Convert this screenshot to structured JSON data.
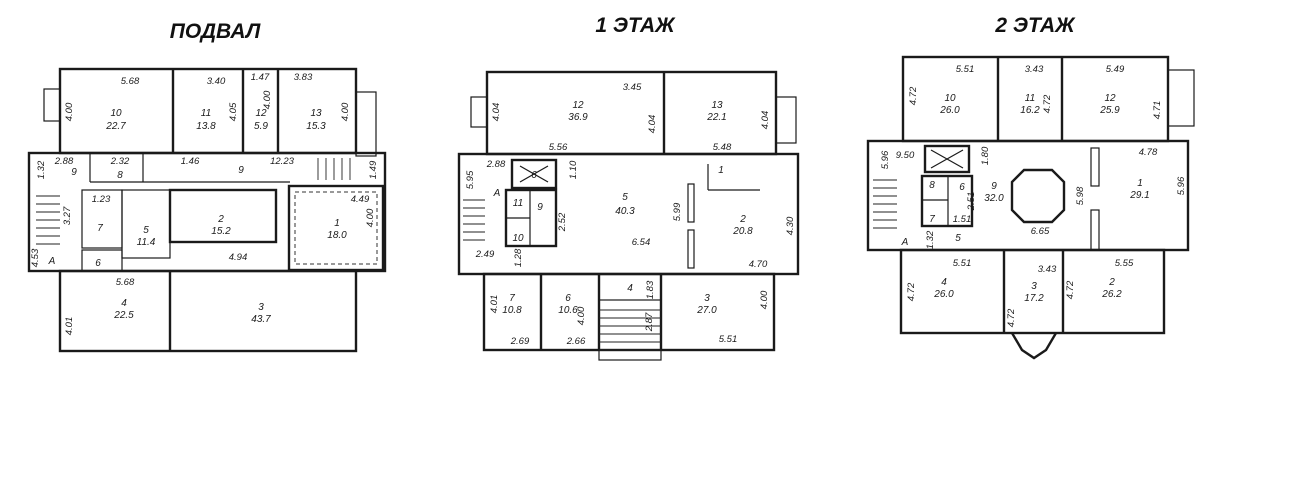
{
  "titles": {
    "basement": "ПОДВАЛ",
    "floor1": "1 ЭТАЖ",
    "floor2": "2 ЭТАЖ"
  },
  "basement": {
    "rooms": [
      {
        "num": "10",
        "area": "22.7"
      },
      {
        "num": "11",
        "area": "13.8"
      },
      {
        "num": "12",
        "area": "5.9"
      },
      {
        "num": "13",
        "area": "15.3"
      },
      {
        "num": "9",
        "area": ""
      },
      {
        "num": "8",
        "area": ""
      },
      {
        "num": "9",
        "area": ""
      },
      {
        "num": "7",
        "area": ""
      },
      {
        "num": "5",
        "area": "11.4"
      },
      {
        "num": "2",
        "area": "15.2"
      },
      {
        "num": "1",
        "area": "18.0"
      },
      {
        "num": "6",
        "area": ""
      },
      {
        "num": "4",
        "area": "22.5"
      },
      {
        "num": "3",
        "area": "43.7"
      }
    ],
    "dims": [
      "5.68",
      "3.40",
      "1.47",
      "3.83",
      "4.00",
      "4.05",
      "4.00",
      "4.00",
      "2.88",
      "2.32",
      "1.46",
      "12.23",
      "1.49",
      "1.32",
      "3.27",
      "1.23",
      "4.49",
      "4.00",
      "4.53",
      "4.94",
      "5.68",
      "4.01"
    ],
    "marker": "А"
  },
  "floor1": {
    "rooms": [
      {
        "num": "12",
        "area": "36.9"
      },
      {
        "num": "13",
        "area": "22.1"
      },
      {
        "num": "6",
        "area": ""
      },
      {
        "num": "5",
        "area": "40.3"
      },
      {
        "num": "1",
        "area": ""
      },
      {
        "num": "11",
        "area": ""
      },
      {
        "num": "9",
        "area": ""
      },
      {
        "num": "10",
        "area": ""
      },
      {
        "num": "2",
        "area": "20.8"
      },
      {
        "num": "7",
        "area": "10.8"
      },
      {
        "num": "6",
        "area": "10.6"
      },
      {
        "num": "4",
        "area": ""
      },
      {
        "num": "3",
        "area": "27.0"
      }
    ],
    "dims": [
      "3.45",
      "4.04",
      "4.04",
      "4.04",
      "5.56",
      "5.48",
      "2.88",
      "5.95",
      "1.10",
      "5.99",
      "2.52",
      "6.54",
      "4.30",
      "2.49",
      "1.28",
      "4.70",
      "1.83",
      "4.01",
      "4.00",
      "2.87",
      "4.00",
      "2.69",
      "2.66",
      "5.51"
    ],
    "marker": "А"
  },
  "floor2": {
    "rooms": [
      {
        "num": "10",
        "area": "26.0"
      },
      {
        "num": "11",
        "area": "16.2"
      },
      {
        "num": "12",
        "area": "25.9"
      },
      {
        "num": "6",
        "area": ""
      },
      {
        "num": "9",
        "area": "32.0"
      },
      {
        "num": "1",
        "area": "29.1"
      },
      {
        "num": "7",
        "area": ""
      },
      {
        "num": "8",
        "area": ""
      },
      {
        "num": "5",
        "area": ""
      },
      {
        "num": "4",
        "area": "26.0"
      },
      {
        "num": "3",
        "area": "17.2"
      },
      {
        "num": "2",
        "area": "26.2"
      }
    ],
    "dims": [
      "5.51",
      "3.43",
      "5.49",
      "4.72",
      "4.72",
      "4.71",
      "5.96",
      "9.50",
      "1.80",
      "4.78",
      "2.51",
      "1.51",
      "5.98",
      "5.96",
      "1.32",
      "6.65",
      "5.51",
      "3.43",
      "5.55",
      "4.72",
      "4.72",
      "4.72"
    ],
    "marker": "А"
  }
}
